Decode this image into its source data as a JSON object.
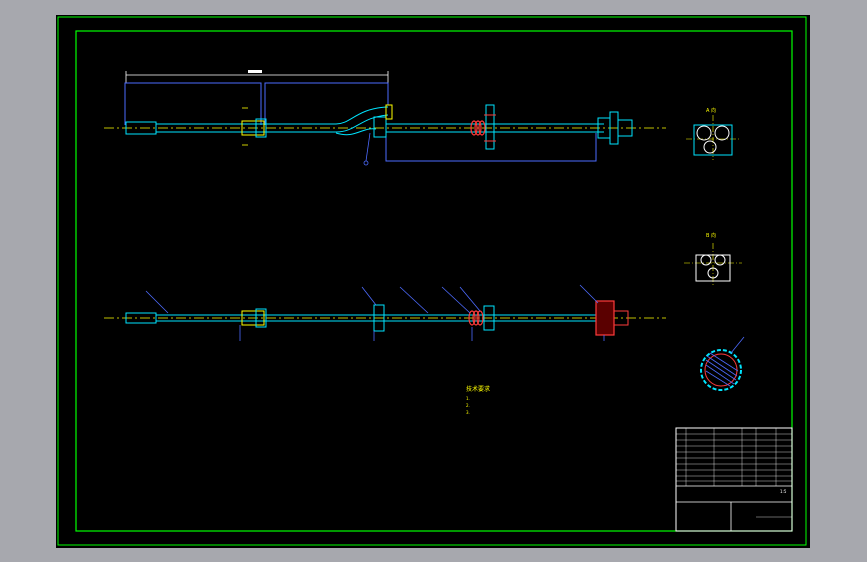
{
  "viewport": {
    "background": "#000000"
  },
  "colors": {
    "border": "#00ff00",
    "shaft": "#00e5ff",
    "dim": "#ffffff",
    "center": "#ffff00",
    "part": "#ff3b3b",
    "leader": "#4d6bff",
    "note": "#ffff00",
    "title_grid": "#ffffff"
  },
  "views": {
    "view_a": "A 向",
    "view_b": "B 向"
  },
  "tech": {
    "title": "技术要求",
    "lines": [
      "1.",
      "2.",
      "3."
    ]
  },
  "titleblock": {
    "drawing_name": "",
    "scale": "1:5"
  }
}
